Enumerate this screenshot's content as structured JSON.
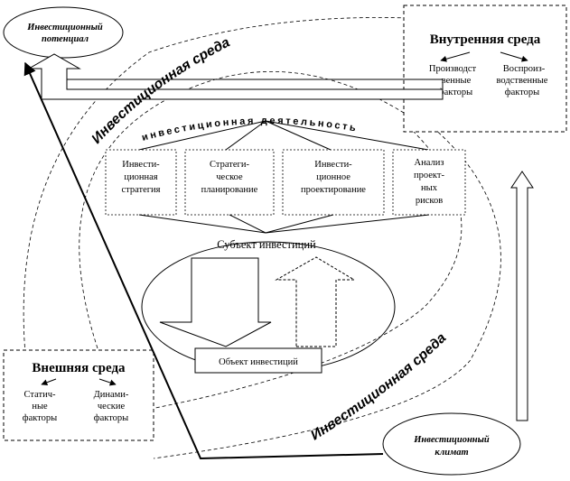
{
  "ellipses": {
    "investment_potential": [
      "Инвестиционный",
      "потенциал"
    ],
    "investment_climate": [
      "Инвестиционный",
      "климат"
    ]
  },
  "internal_env": {
    "title": "Внутренняя среда",
    "production_factors": [
      "Производст",
      "венные",
      "факторы"
    ],
    "reproduction_factors": [
      "Воспроиз-",
      "водственные",
      "факторы"
    ]
  },
  "external_env": {
    "title": "Внешняя среда",
    "static_factors": [
      "Статич-",
      "ные",
      "факторы"
    ],
    "dynamic_factors": [
      "Динами-",
      "ческие",
      "факторы"
    ]
  },
  "investment_environment_label": "Инвестиционная среда",
  "investment_activity_label": "инвестиционная деятельность",
  "activities": {
    "strategy": [
      "Инвести-",
      "ционная",
      "стратегия"
    ],
    "planning": [
      "Стратеги-",
      "ческое",
      "планирование"
    ],
    "design": [
      "Инвести-",
      "ционное",
      "проектирование"
    ],
    "risk_analysis": [
      "Анализ",
      "проект-",
      "ных",
      "рисков"
    ]
  },
  "subject_label": "Субъект инвестиций",
  "object_label": "Объект инвестиций"
}
